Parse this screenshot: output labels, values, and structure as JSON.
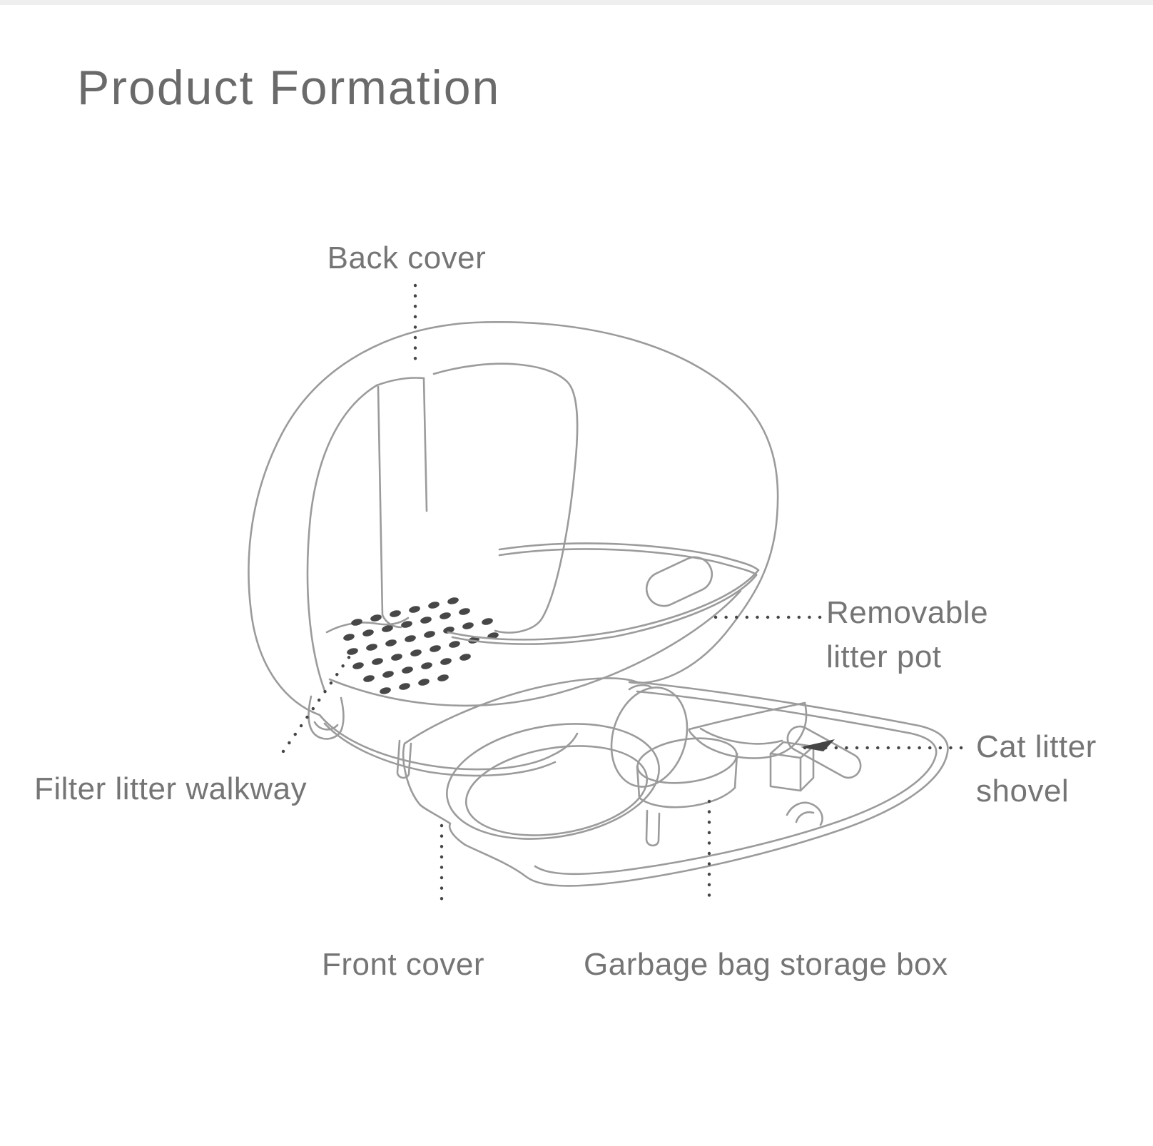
{
  "page": {
    "background": "#ffffff",
    "top_strip_color": "#efefef"
  },
  "title": {
    "text": "Product Formation",
    "color": "#6a6a6a"
  },
  "diagram": {
    "stroke_color": "#9b9b9b",
    "walkway_hole_color": "#474747",
    "leader_dot_color": "#454545",
    "label_color": "#757575"
  },
  "labels": {
    "back_cover": {
      "text": "Back cover"
    },
    "removable_litter_pot": {
      "lines": [
        "Removable",
        "litter pot"
      ]
    },
    "filter_litter_walkway": {
      "text": "Filter litter walkway"
    },
    "cat_litter_shovel": {
      "lines": [
        "Cat litter",
        "shovel"
      ]
    },
    "front_cover": {
      "text": "Front cover"
    },
    "garbage_bag_storage_box": {
      "text": "Garbage bag storage box"
    }
  }
}
